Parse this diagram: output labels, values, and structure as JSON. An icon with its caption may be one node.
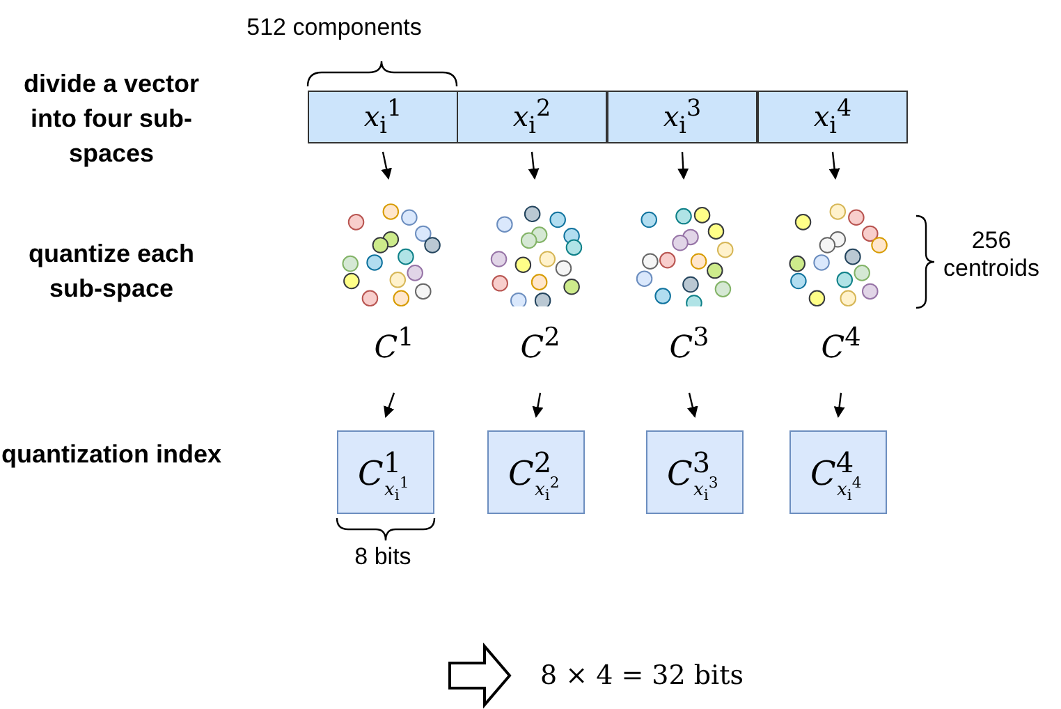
{
  "diagram": {
    "nodes": [
      {
        "text": [
          "*x*$_{i}$$^{1}$"
        ]
      },
      {
        "text": [
          "*x*$_{i}$$^{2}$"
        ]
      },
      {
        "text": [
          "*x*$_{i}$$^{3}$"
        ]
      },
      {
        "text": [
          "*x*$_{i}$$^{4}$"
        ]
      },
      {
        "text": [],
        "shape": "circles"
      },
      {
        "text": [],
        "shape": "circles"
      },
      {
        "text": [],
        "shape": "circles"
      },
      {
        "text": [],
        "shape": "circles"
      },
      {
        "text": [
          "*C*$^{1}$"
        ]
      },
      {
        "text": [
          "*C*$^{2}$"
        ]
      },
      {
        "text": [
          "*C*$^{3}$"
        ]
      },
      {
        "text": [
          "*C*$^{4}$"
        ]
      },
      {
        "text": [
          "*C*$^{1}$",
          "*x*$_{i}$$^{1}$"
        ]
      },
      {
        "text": [
          "*C*$^{2}$",
          "*x*$_{i}$$^{2}$"
        ]
      },
      {
        "text": [
          "*C*$^{3}$",
          "*x*$_{i}$$^{3}$"
        ]
      },
      {
        "text": [
          "*C*$^{4}$",
          "*x*$_{i}$$^{4}$"
        ]
      },
      {
        "text": [
          "8 × 4 = 32 bits"
        ]
      }
    ],
    "edges": [
      {
        "from": 0,
        "to": 4,
        "arrow": "to"
      },
      {
        "from": 1,
        "to": 5,
        "arrow": "to"
      },
      {
        "from": 2,
        "to": 6,
        "arrow": "to"
      },
      {
        "from": 3,
        "to": 7,
        "arrow": "to"
      },
      {
        "from": 8,
        "to": 12,
        "arrow": "to"
      },
      {
        "from": 9,
        "to": 13,
        "arrow": "to"
      },
      {
        "from": 10,
        "to": 14,
        "arrow": "to"
      },
      {
        "from": 11,
        "to": 15,
        "arrow": "to"
      },
      {
        "from": null,
        "to": 16,
        "arrow": "to",
        "style": "thick"
      }
    ],
    "labels": [
      "512 components",
      "divide a vector into four sub-spaces",
      "quantize each sub-space",
      "256 centroids",
      "quantization index",
      "8 bits"
    ]
  }
}
